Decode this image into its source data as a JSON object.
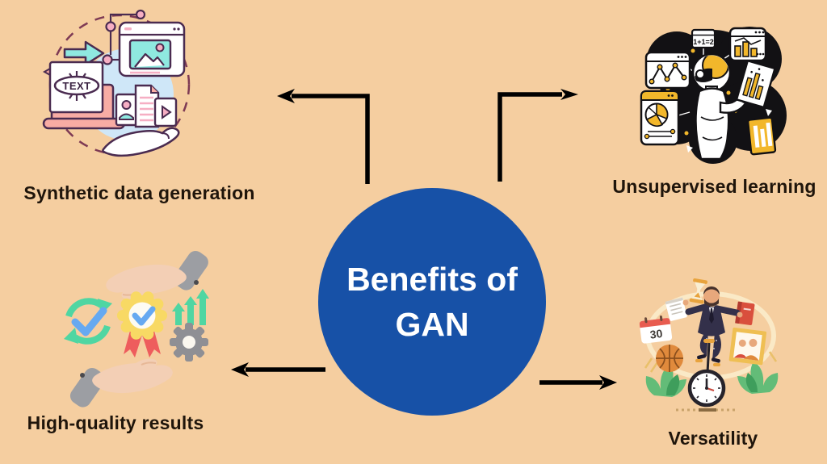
{
  "title": {
    "line1": "Benefits of",
    "line2": "GAN"
  },
  "colors": {
    "background": "#F5CEA0",
    "center_circle": "#1751A7",
    "center_text": "#FFFFFF",
    "label_text": "#1F150B",
    "arrow": "#000000"
  },
  "items": [
    {
      "position": "top-left",
      "label": "Synthetic data generation",
      "icon": "text-to-media-synthesis-icon",
      "icon_text": "TEXT"
    },
    {
      "position": "top-right",
      "label": "Unsupervised learning",
      "icon": "robot-data-analysis-icon",
      "icon_text": "1+1=2"
    },
    {
      "position": "bottom-left",
      "label": "High-quality results",
      "icon": "hands-award-badge-icon"
    },
    {
      "position": "bottom-right",
      "label": "Versatility",
      "icon": "juggling-unicyclist-clock-icon",
      "icon_text": "30"
    }
  ]
}
